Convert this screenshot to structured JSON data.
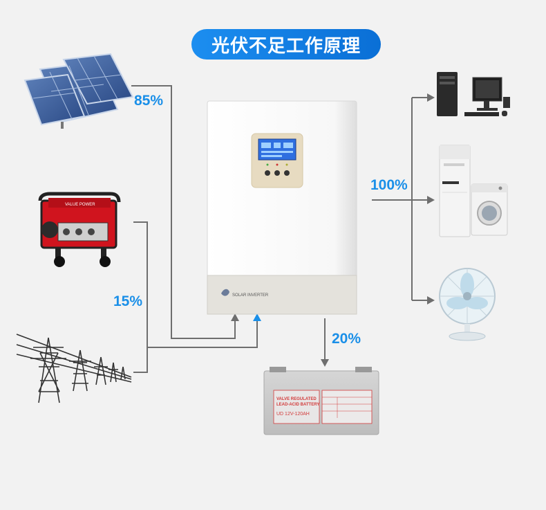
{
  "title": "光伏不足工作原理",
  "percentages": {
    "solar": "85%",
    "grid_generator": "15%",
    "loads": "100%",
    "battery": "20%"
  },
  "inverter": {
    "brand": "SOLAR INVERTER"
  },
  "battery": {
    "line1": "VALVE REGULATED",
    "line2": "LEAD-ACID BATTERY",
    "model": "UD 12V-120AH"
  },
  "generator": {
    "brand": "VALUE POWER"
  },
  "colors": {
    "accent": "#1a8fe8",
    "line": "#6e6e6e",
    "battery_text": "#d23a3a"
  },
  "icons": [
    "solar-panel-icon",
    "generator-icon",
    "power-tower-icon",
    "inverter-icon",
    "battery-icon",
    "computer-icon",
    "air-conditioner-icon",
    "washing-machine-icon",
    "fan-icon"
  ]
}
